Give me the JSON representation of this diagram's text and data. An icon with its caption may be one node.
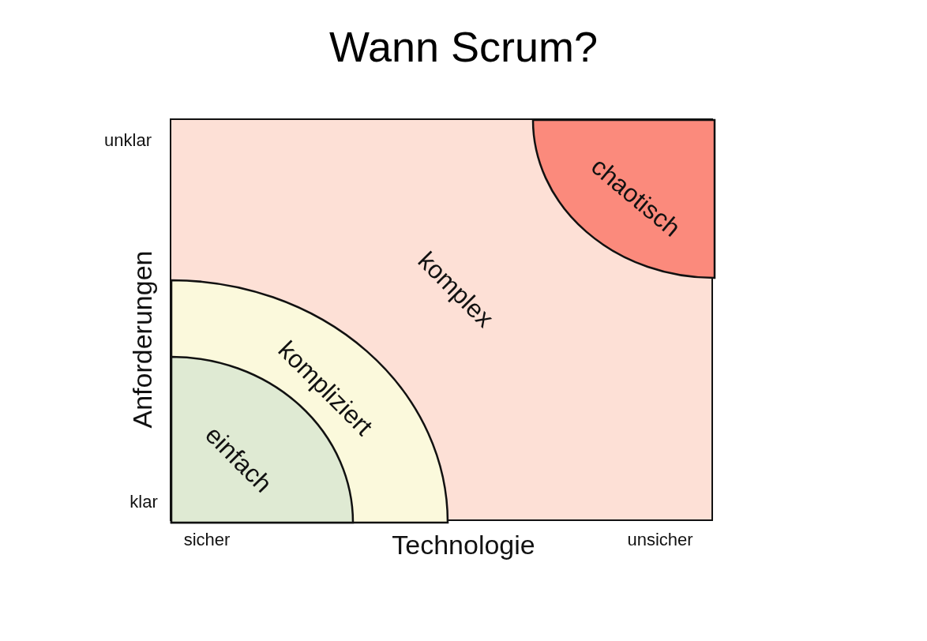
{
  "diagram": {
    "title": "Wann Scrum?",
    "nodes": [
      {
        "text": [
          "komplex"
        ]
      },
      {
        "text": [
          "chaotisch"
        ],
        "in": 0
      },
      {
        "text": [
          "kompliziert"
        ],
        "in": 0
      },
      {
        "text": [
          "einfach"
        ],
        "in": 2
      }
    ],
    "labels": [
      "unklar",
      "Anforderungen",
      "klar",
      "sicher",
      "Technologie",
      "unsicher"
    ]
  }
}
